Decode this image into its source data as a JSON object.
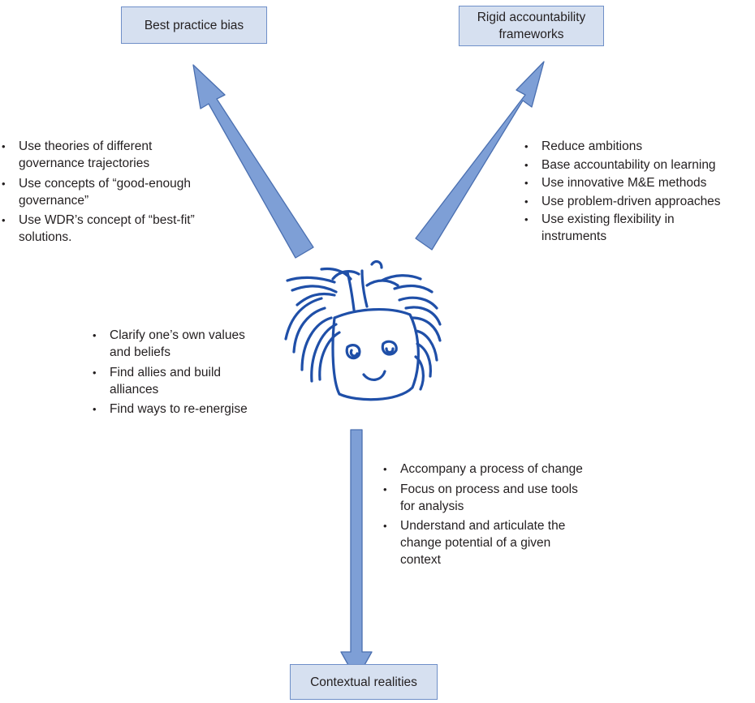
{
  "boxes": {
    "top_left": "Best practice bias",
    "top_right": [
      "Rigid accountability",
      "frameworks"
    ],
    "bottom": "Contextual realities"
  },
  "left_list": [
    [
      "Use theories of different",
      "governance trajectories"
    ],
    [
      "Use concepts of “good-enough",
      "governance”"
    ],
    [
      "Use WDR’s concept of “best-fit”",
      "solutions."
    ]
  ],
  "right_list": [
    [
      "Reduce ambitions"
    ],
    [
      "Base accountability on learning"
    ],
    [
      "Use innovative M&E methods"
    ],
    [
      "Use problem-driven approaches"
    ],
    [
      "Use existing flexibility in",
      "instruments"
    ]
  ],
  "center_list": [
    [
      "Clarify one’s own values",
      "and beliefs"
    ],
    [
      "Find allies and build",
      "alliances"
    ],
    [
      "Find ways to re-energise"
    ]
  ],
  "bottom_list": [
    [
      "Accompany a process of change"
    ],
    [
      "Focus on process and use tools",
      "for analysis"
    ],
    [
      "Understand and articulate the",
      "change potential of a given",
      "context"
    ]
  ],
  "colors": {
    "arrow_fill": "#7e9fd6",
    "arrow_stroke": "#4a6fb0",
    "box_fill": "#d6e0f0",
    "box_stroke": "#6f8fc8",
    "face_stroke": "#1f4fa8"
  },
  "icons": {
    "center_figure": "hand-drawn-face-icon"
  }
}
